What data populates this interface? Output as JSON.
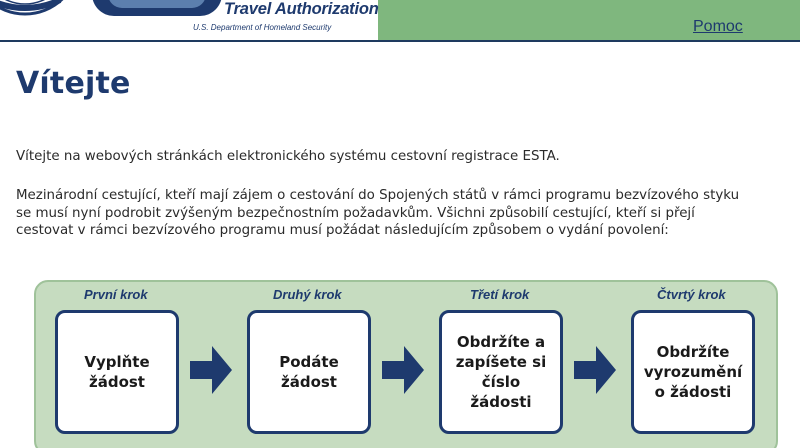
{
  "header": {
    "brand_title": "Travel Authorization",
    "brand_subtitle": "U.S. Department of Homeland Security",
    "help_link": "Pomoc"
  },
  "main": {
    "page_title": "Vítejte",
    "paragraphs": [
      "Vítejte na webových stránkách elektronického systému cestovní registrace ESTA.",
      "Mezinárodní cestující, kteří mají zájem o cestování do Spojených států v rámci programu bezvízového styku se musí nyní podrobit zvýšeným bezpečnostním požadavkům. Všichni způsobilí cestující, kteří si přejí cestovat v rámci bezvízového programu musí požádat následujícím způsobem o vydání povolení:"
    ],
    "steps": [
      {
        "label": "První krok",
        "text": "Vyplňte\nžádost"
      },
      {
        "label": "Druhý krok",
        "text": "Podáte\nžádost"
      },
      {
        "label": "Třetí krok",
        "text": "Obdržíte a\nzapíšete si\nčíslo\nžádosti"
      },
      {
        "label": "Čtvrtý krok",
        "text": "Obdržíte\nvyrozumění\no žádosti"
      }
    ]
  },
  "colors": {
    "navy": "#1e3a6e",
    "header_green": "#7fb77e",
    "panel_green": "#c6dcc0"
  }
}
